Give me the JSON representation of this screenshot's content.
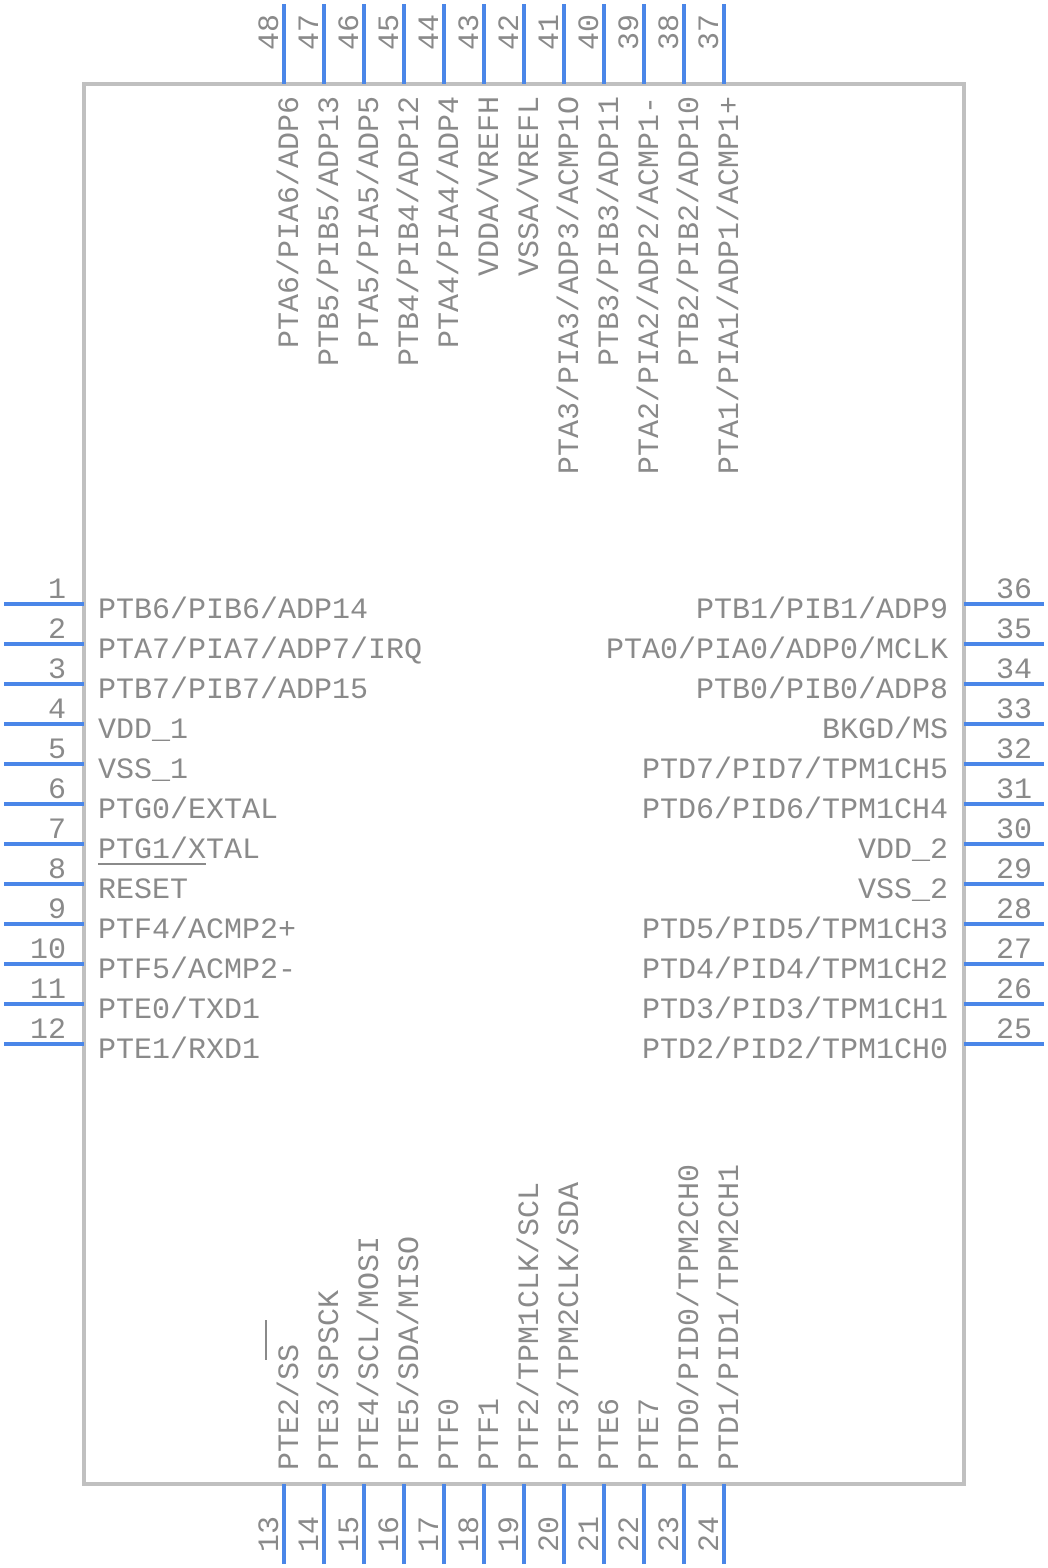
{
  "component": {
    "left_pins": [
      {
        "number": "1",
        "label": "PTB6/PIB6/ADP14"
      },
      {
        "number": "2",
        "label": "PTA7/PIA7/ADP7/IRQ"
      },
      {
        "number": "3",
        "label": "PTB7/PIB7/ADP15"
      },
      {
        "number": "4",
        "label": "VDD_1"
      },
      {
        "number": "5",
        "label": "VSS_1"
      },
      {
        "number": "6",
        "label": "PTG0/EXTAL"
      },
      {
        "number": "7",
        "label": "PTG1/XTAL"
      },
      {
        "number": "8",
        "label": "RESET"
      },
      {
        "number": "9",
        "label": "PTF4/ACMP2+"
      },
      {
        "number": "10",
        "label": "PTF5/ACMP2-"
      },
      {
        "number": "11",
        "label": "PTE0/TXD1"
      },
      {
        "number": "12",
        "label": "PTE1/RXD1"
      }
    ],
    "right_pins": [
      {
        "number": "36",
        "label": "PTB1/PIB1/ADP9"
      },
      {
        "number": "35",
        "label": "PTA0/PIA0/ADP0/MCLK"
      },
      {
        "number": "34",
        "label": "PTB0/PIB0/ADP8"
      },
      {
        "number": "33",
        "label": "BKGD/MS"
      },
      {
        "number": "32",
        "label": "PTD7/PID7/TPM1CH5"
      },
      {
        "number": "31",
        "label": "PTD6/PID6/TPM1CH4"
      },
      {
        "number": "30",
        "label": "VDD_2"
      },
      {
        "number": "29",
        "label": "VSS_2"
      },
      {
        "number": "28",
        "label": "PTD5/PID5/TPM1CH3"
      },
      {
        "number": "27",
        "label": "PTD4/PID4/TPM1CH2"
      },
      {
        "number": "26",
        "label": "PTD3/PID3/TPM1CH1"
      },
      {
        "number": "25",
        "label": "PTD2/PID2/TPM1CH0"
      }
    ],
    "top_pins": [
      {
        "number": "48",
        "label": "PTA6/PIA6/ADP6"
      },
      {
        "number": "47",
        "label": "PTB5/PIB5/ADP13"
      },
      {
        "number": "46",
        "label": "PTA5/PIA5/ADP5"
      },
      {
        "number": "45",
        "label": "PTB4/PIB4/ADP12"
      },
      {
        "number": "44",
        "label": "PTA4/PIA4/ADP4"
      },
      {
        "number": "43",
        "label": "VDDA/VREFH"
      },
      {
        "number": "42",
        "label": "VSSA/VREFL"
      },
      {
        "number": "41",
        "label": "PTA3/PIA3/ADP3/ACMP1O"
      },
      {
        "number": "40",
        "label": "PTB3/PIB3/ADP11"
      },
      {
        "number": "39",
        "label": "PTA2/PIA2/ADP2/ACMP1-"
      },
      {
        "number": "38",
        "label": "PTB2/PIB2/ADP10"
      },
      {
        "number": "37",
        "label": "PTA1/PIA1/ADP1/ACMP1+"
      }
    ],
    "bottom_pins": [
      {
        "number": "13",
        "label": "PTE2/SS"
      },
      {
        "number": "14",
        "label": "PTE3/SPSCK"
      },
      {
        "number": "15",
        "label": "PTE4/SCL/MOSI"
      },
      {
        "number": "16",
        "label": "PTE5/SDA/MISO"
      },
      {
        "number": "17",
        "label": "PTF0"
      },
      {
        "number": "18",
        "label": "PTF1"
      },
      {
        "number": "19",
        "label": "PTF2/TPM1CLK/SCL"
      },
      {
        "number": "20",
        "label": "PTF3/TPM2CLK/SDA"
      },
      {
        "number": "21",
        "label": "PTE6"
      },
      {
        "number": "22",
        "label": "PTE7"
      },
      {
        "number": "23",
        "label": "PTD0/PID0/TPM2CH0"
      },
      {
        "number": "24",
        "label": "PTD1/PID1/TPM2CH1"
      }
    ],
    "colors": {
      "pin_line": "#4a86e8",
      "text": "#8a8a8a",
      "body_outline": "#c0c0c0"
    }
  }
}
